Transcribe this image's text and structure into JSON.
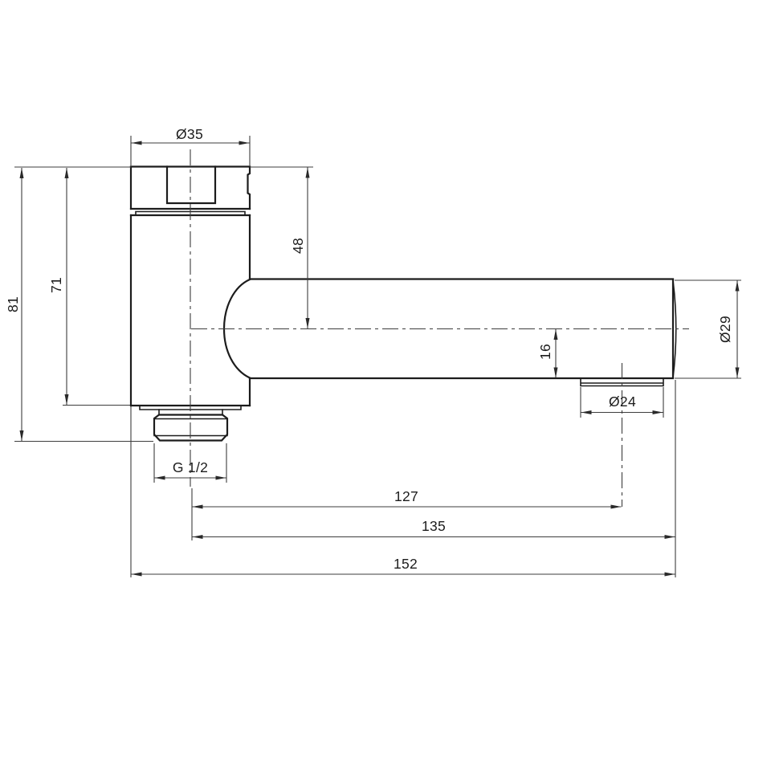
{
  "canvas": {
    "background": "#ffffff",
    "object_line_color": "#1c1c1c",
    "dimension_line_color": "#3d3d3d"
  },
  "dimensions": {
    "head_diameter": "Ø35",
    "head_top_to_spout_axis": "48",
    "overall_height": "81",
    "body_height": "71",
    "inlet_thread": "G 1/2",
    "outlet_diameter": "Ø24",
    "axis_to_outlet_face": "16",
    "spout_diameter": "Ø29",
    "axis_to_outlet_center": "127",
    "axis_to_spout_end": "135",
    "overall_length": "152"
  }
}
